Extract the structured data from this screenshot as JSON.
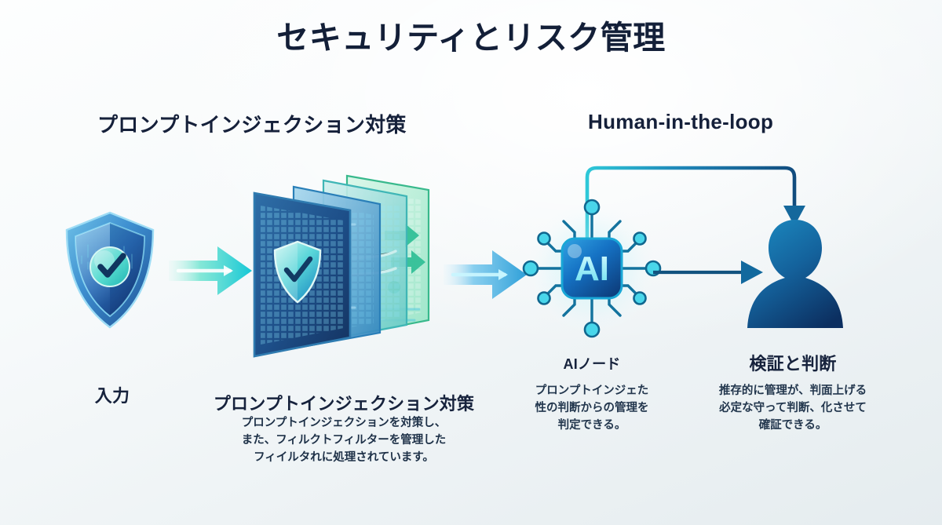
{
  "page": {
    "title": "セキュリティとリスク管理",
    "bg_top": "#fdfefe",
    "bg_bottom": "#e5ecef",
    "heading_color": "#131f38",
    "accent_teal": "#2fd2c6",
    "accent_blue": "#1f7fc0",
    "accent_green": "#4fd39b",
    "accent_dark": "#12406b"
  },
  "sections": {
    "left_header": "プロンプトインジェクション対策",
    "right_header": "Human-in-the-loop"
  },
  "stages": [
    {
      "id": "input",
      "icon": "shield-check-icon",
      "title": "入力",
      "body": ""
    },
    {
      "id": "prompt-injection-defense",
      "icon": "layered-filter-panels-icon",
      "title": "プロンプトインジェクション対策",
      "body": "プロンプトインジェクションを対策し、また、フィルクトフィルターを管理したフィイルタれに処理されています。",
      "body_lines": [
        "プロンプトインジェクションを対策し、",
        "また、フィルクトフィルターを管理した",
        "フィイルタれに処理されています。"
      ]
    },
    {
      "id": "ai-node",
      "icon": "ai-chip-icon",
      "chip_label": "AI",
      "title": "AIノード",
      "body": "プロンプトインジェた性の判断からの管理を判定できる。",
      "body_lines": [
        "プロンプトインジェた",
        "性の判断からの管理を",
        "判定できる。"
      ]
    },
    {
      "id": "verification-judgement",
      "icon": "person-silhouette-icon",
      "title": "検証と判断",
      "body": "推存的に管理が、判面上げる必定な守って判断、化させて確証できる。",
      "body_lines": [
        "推存的に管理が、判面上げる",
        "必定な守って判断、化させて",
        "確証できる。"
      ]
    }
  ],
  "connectors": [
    {
      "id": "arrow-input-to-filter",
      "icon": "right-arrow-icon",
      "color": "#2ad3c4"
    },
    {
      "id": "arrow-filter-to-ai",
      "icon": "right-arrow-icon",
      "color": "#3aa9e0"
    },
    {
      "id": "arrow-ai-to-person",
      "icon": "right-arrow-line-icon",
      "color": "#115a90"
    },
    {
      "id": "loop-ai-to-person",
      "icon": "feedback-loop-arrow-icon",
      "color": "#1b86ad"
    }
  ]
}
